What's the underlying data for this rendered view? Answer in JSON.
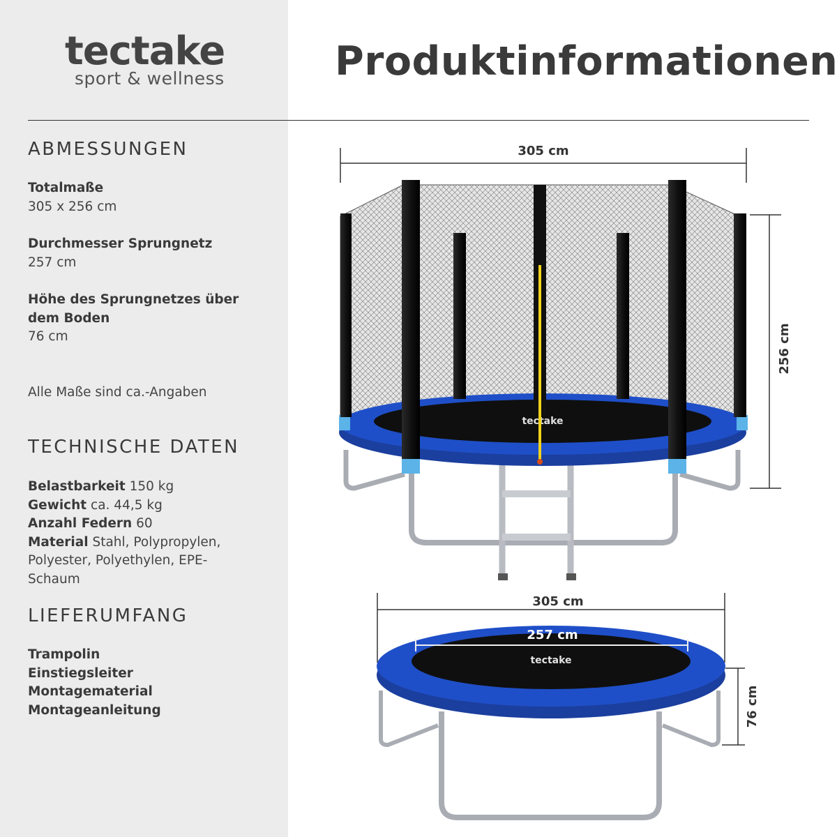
{
  "brand": {
    "name": "tectake",
    "tagline": "sport & wellness"
  },
  "title": "Produktinformationen",
  "dimensions": {
    "heading": "ABMESSUNGEN",
    "items": [
      {
        "label": "Totalmaße",
        "value": "305 x 256 cm"
      },
      {
        "label": "Durchmesser Sprungnetz",
        "value": "257 cm"
      },
      {
        "label_line1": "Höhe des Sprungnetzes über",
        "label_line2": "dem Boden",
        "value": "76 cm"
      }
    ],
    "note": "Alle Maße sind ca.-Angaben"
  },
  "tech": {
    "heading": "TECHNISCHE DATEN",
    "rows": [
      {
        "label": "Belastbarkeit",
        "value": " 150 kg"
      },
      {
        "label": "Gewicht",
        "value": " ca. 44,5 kg"
      },
      {
        "label": "Anzahl Federn",
        "value": " 60"
      },
      {
        "label": "Material",
        "value": " Stahl, Polypropylen,",
        "cont1": "Polyester,  Polyethylen, EPE-",
        "cont2": "Schaum"
      }
    ]
  },
  "delivery": {
    "heading": "LIEFERUMFANG",
    "items": [
      "Trampolin",
      "Einstiegsleiter",
      "Montagematerial",
      "Montageanleitung"
    ]
  },
  "diagram": {
    "top_width": "305 cm",
    "top_height": "256 cm",
    "bottom_width": "305 cm",
    "bottom_net": "257 cm",
    "bottom_height": "76 cm",
    "mat_logo": "tectake"
  },
  "colors": {
    "panel": "#ececec",
    "pad_blue": "#1e4fc4",
    "pad_light": "#5bb3e8",
    "mat": "#111111",
    "frame": "#b8bcc2"
  }
}
